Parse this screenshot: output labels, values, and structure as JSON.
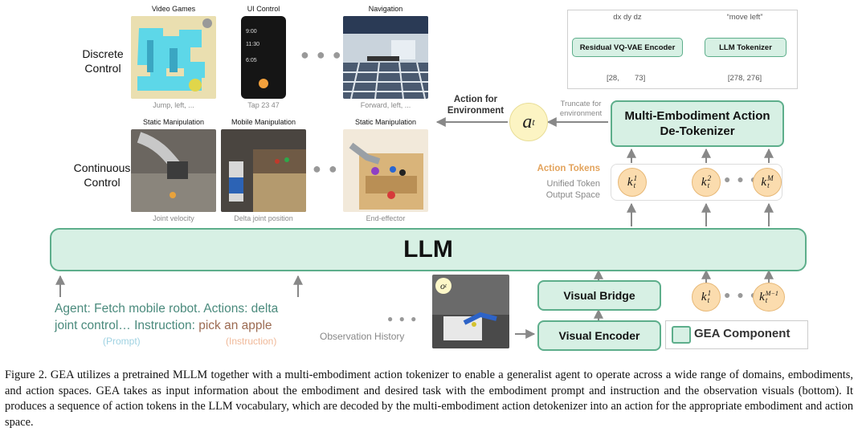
{
  "top_left": {
    "discrete_label": "Discrete\nControl",
    "continuous_label": "Continuous\nControl",
    "discrete": [
      {
        "title": "Video Games",
        "caption": "Jump, left, ..."
      },
      {
        "title": "UI Control",
        "caption": "Tap 23 47"
      },
      {
        "title": "Navigation",
        "caption": "Forward, left, ..."
      }
    ],
    "continuous": [
      {
        "title": "Static Manipulation",
        "caption": "Joint velocity"
      },
      {
        "title": "Mobile Manipulation",
        "caption": "Delta joint position"
      },
      {
        "title": "Static Manipulation",
        "caption": "End-effector"
      }
    ],
    "phone_times": [
      "9:00",
      "11:30",
      "6:05"
    ]
  },
  "action_env": {
    "label": "Action for\nEnvironment",
    "symbol": "a",
    "symbol_sub": "t",
    "truncate_label": "Truncate for\nenvironment"
  },
  "tokenizer_panel": {
    "left_input": "dx dy dz",
    "right_input": "“move left”",
    "left_box": "Residual VQ-VAE Encoder",
    "right_box": "LLM Tokenizer",
    "left_out_a": "[28,",
    "left_out_b": "73]",
    "right_out": "[278, 276]"
  },
  "detokenizer": {
    "label": "Multi-Embodiment Action\nDe-Tokenizer"
  },
  "action_tokens": {
    "title": "Action Tokens",
    "subtitle": "Unified Token\nOutput Space",
    "tokens": [
      {
        "base": "k",
        "sub": "t",
        "sup": "1"
      },
      {
        "base": "k",
        "sub": "t",
        "sup": "2"
      },
      {
        "base": "k",
        "sub": "t",
        "sup": "M"
      }
    ]
  },
  "llm": {
    "label": "LLM"
  },
  "prompt": {
    "line1": "Agent: Fetch mobile robot. Actions: delta",
    "line2_a": "joint control… Instruction: ",
    "line2_b": "pick an apple",
    "prompt_tag": "(Prompt)",
    "instruction_tag": "(Instruction)"
  },
  "observation": {
    "label": "Observation History",
    "obs_symbol": "o",
    "obs_sub": "t"
  },
  "visual_bridge": {
    "label": "Visual Bridge"
  },
  "visual_encoder": {
    "label": "Visual Encoder"
  },
  "input_tokens": [
    {
      "base": "k",
      "sub": "t",
      "sup": "1"
    },
    {
      "base": "k",
      "sub": "t",
      "sup": "M−1"
    }
  ],
  "legend": {
    "label": "GEA Component"
  },
  "colors": {
    "gea_fill": "#d7f0e4",
    "gea_border": "#5dae8b",
    "token_fill": "#fbdcae",
    "prompt_text": "#4a8a7c",
    "instruction_text": "#9c6b52"
  },
  "caption": "Figure 2. GEA utilizes a pretrained MLLM together with a multi-embodiment action tokenizer to enable a generalist agent to operate across a wide range of domains, embodiments, and action spaces. GEA takes as input information about the embodiment and desired task with the embodiment prompt and instruction and the observation visuals (bottom). It produces a sequence of action tokens in the LLM vocabulary, which are decoded by the multi-embodiment action detokenizer into an action for the appropriate embodiment and action space."
}
